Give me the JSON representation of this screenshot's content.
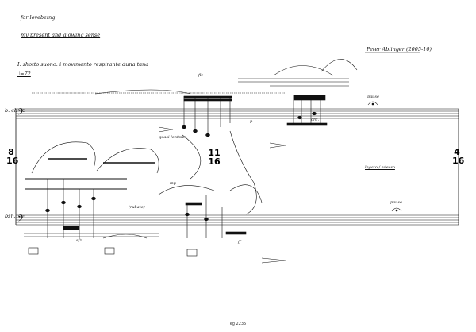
{
  "header": {
    "dedication": "for lovebeing",
    "title": "my present and glowing sense",
    "composer": "Peter Ablinger (2005-10)",
    "movement": "I. shotto suono: i movimento respirante duna tana",
    "tempo": "♩=72"
  },
  "staves": {
    "upper_label": "b. cl.",
    "lower_label": "bsn."
  },
  "time_signatures": {
    "left": [
      "8",
      "16"
    ],
    "middle": [
      "11",
      "16"
    ],
    "right": [
      "4",
      "16"
    ]
  },
  "annotations": {
    "pause_upper": "pause",
    "pause_lower": "pause",
    "right_text": "legato / adesso",
    "flz": "flz",
    "dyn_p": "p",
    "dyn_mp": "mp",
    "quasi_lontano": "quasi lontano",
    "rubato": "(rubato)",
    "ord": "ord.",
    "ff": "ff",
    "sfz": "sfz"
  },
  "footer": {
    "code": "eg 2235"
  }
}
